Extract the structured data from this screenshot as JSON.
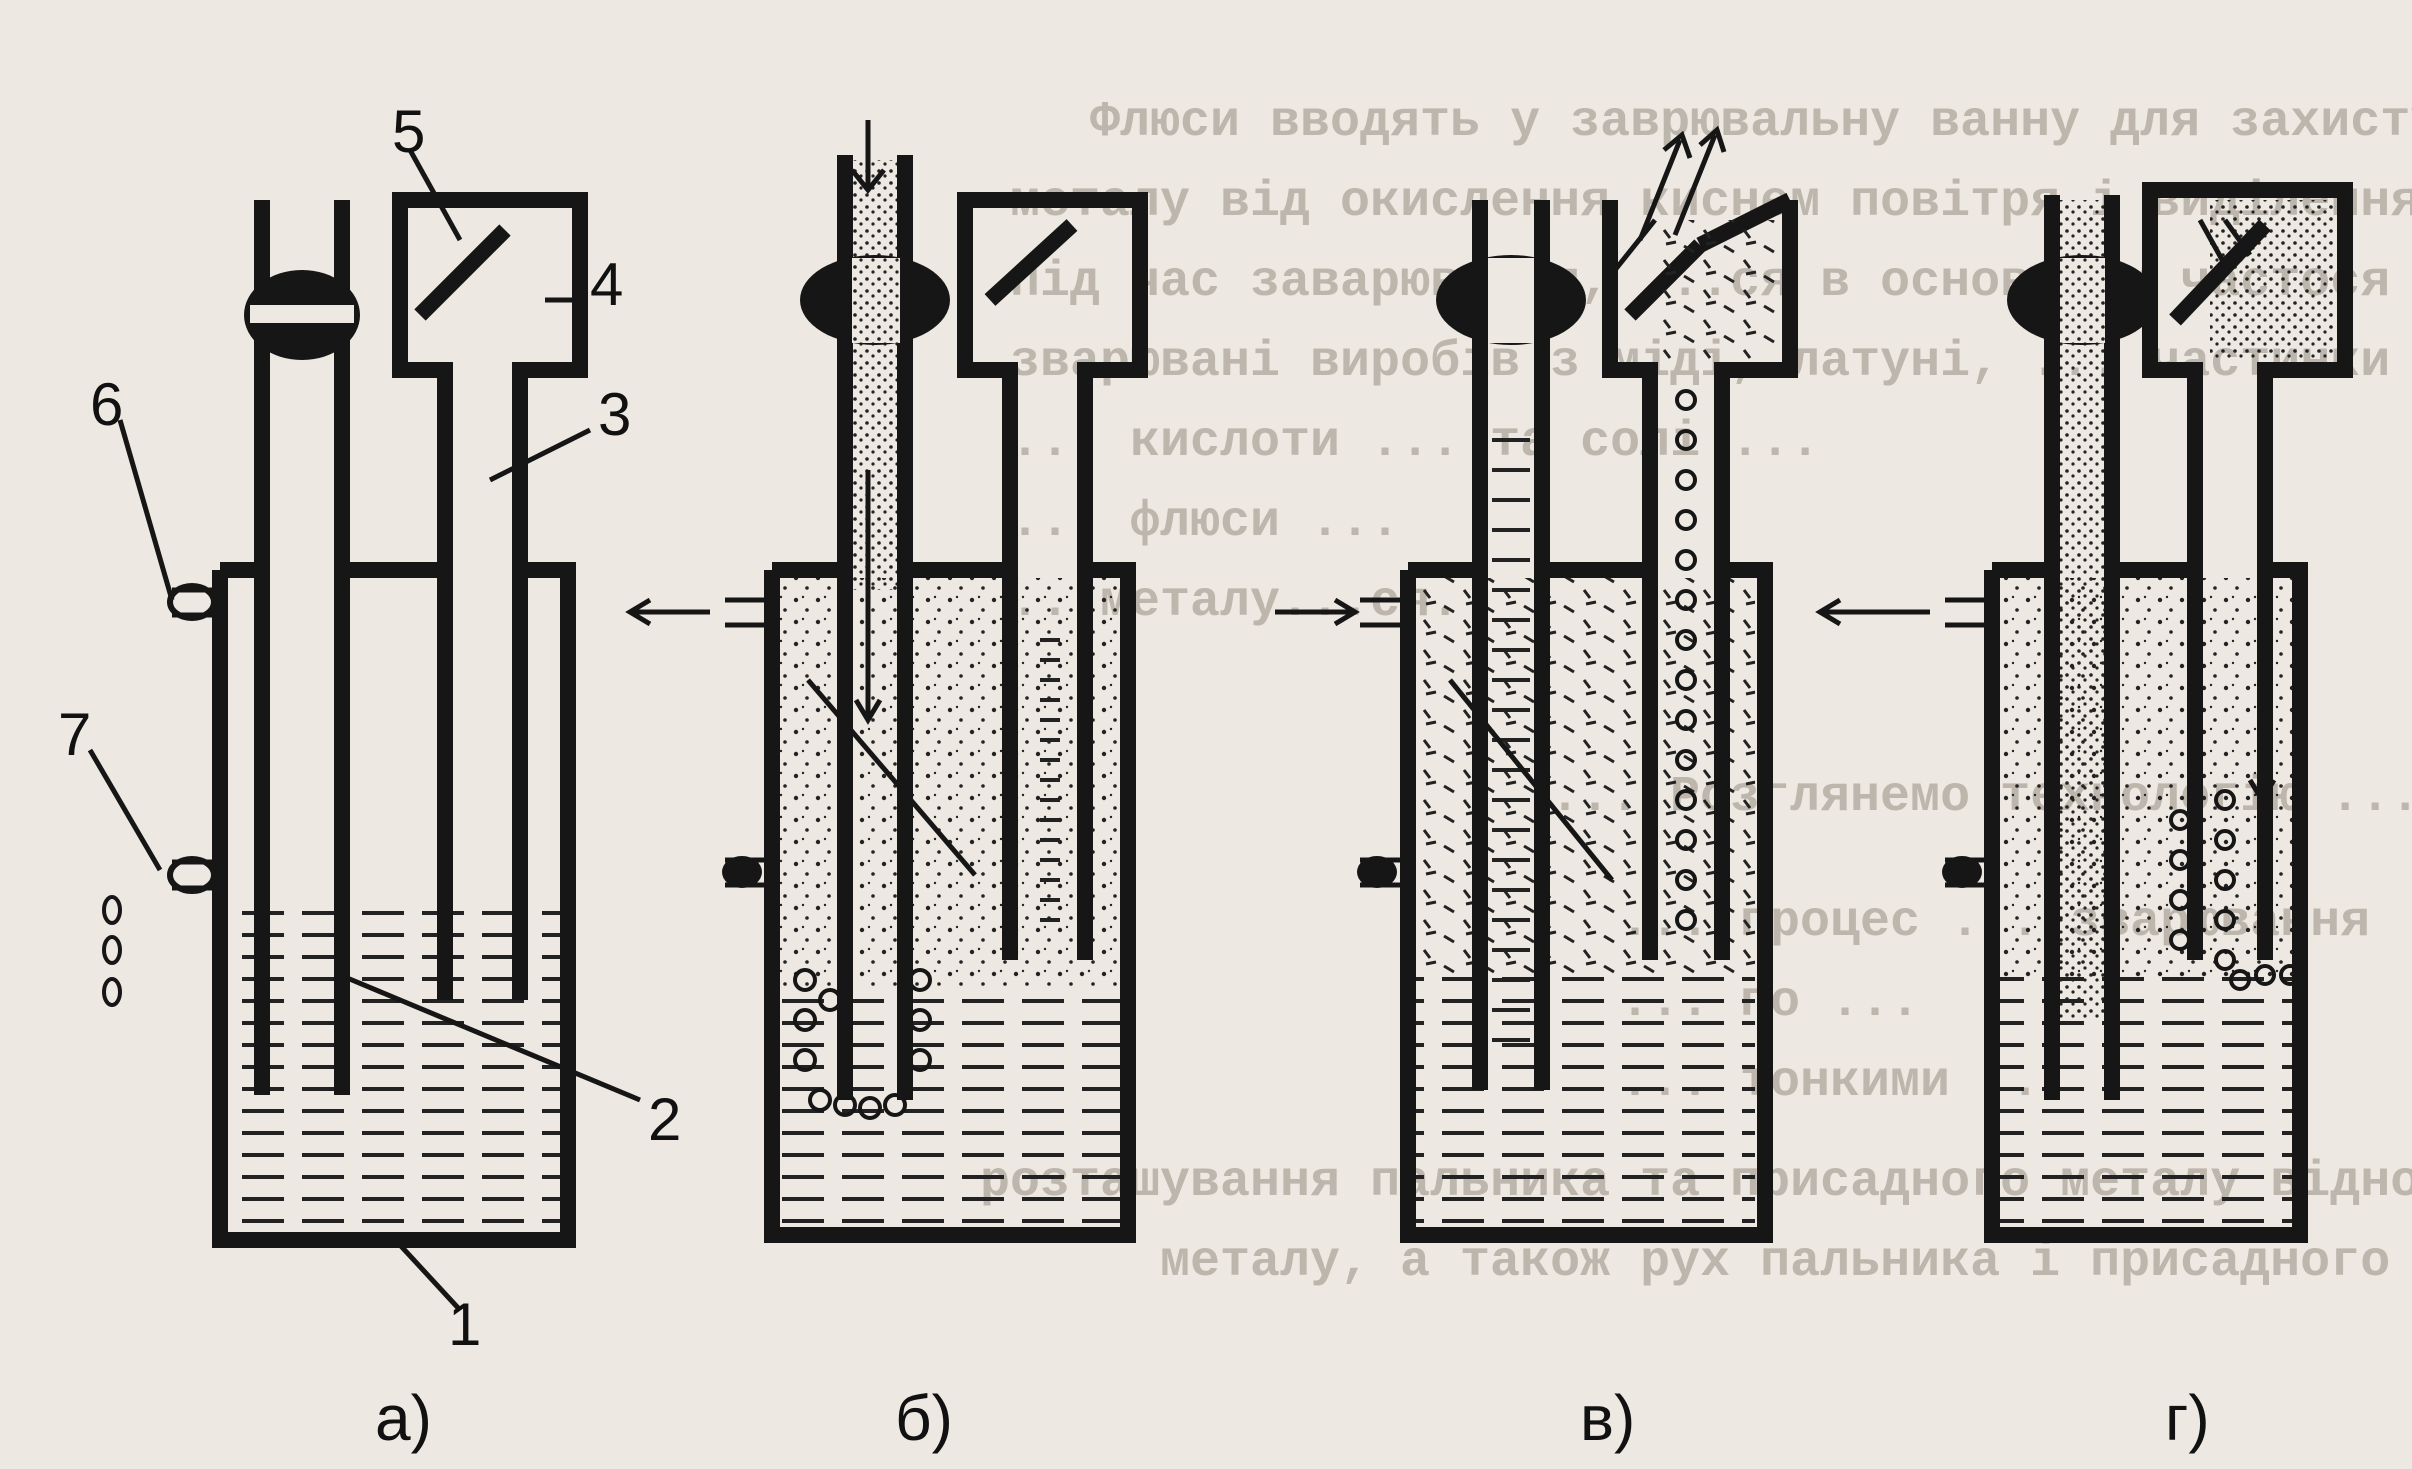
{
  "background_text": [
    "Флюси вводять у заврювальну ванну для захисту розплавленого",
    "металу від окислення киснем повітря і виділення окислів, що утвор",
    "під час заварювання, ...ся в основному частося упавлених газ",
    "зварювані виробів з міді, латуні, ... частинки ... флю",
    "... кислоти ... та солі ... ",
    "... флюси ...",
    "...металу...ся.",
    "... Розглянемо технологію ... зварювання",
    "... процес ... зварювання",
    "... по ...",
    "... тонкими ...",
    "розташування пальника та присадного металу відносно зварюва",
    "металу, а також рух пальника і присадного металу."
  ],
  "part_labels": {
    "l1": "1",
    "l2": "2",
    "l3": "3",
    "l4": "4",
    "l5": "5",
    "l6": "6",
    "l7": "7"
  },
  "captions": {
    "a": "а)",
    "b": "б)",
    "v": "в)",
    "g": "г)"
  }
}
